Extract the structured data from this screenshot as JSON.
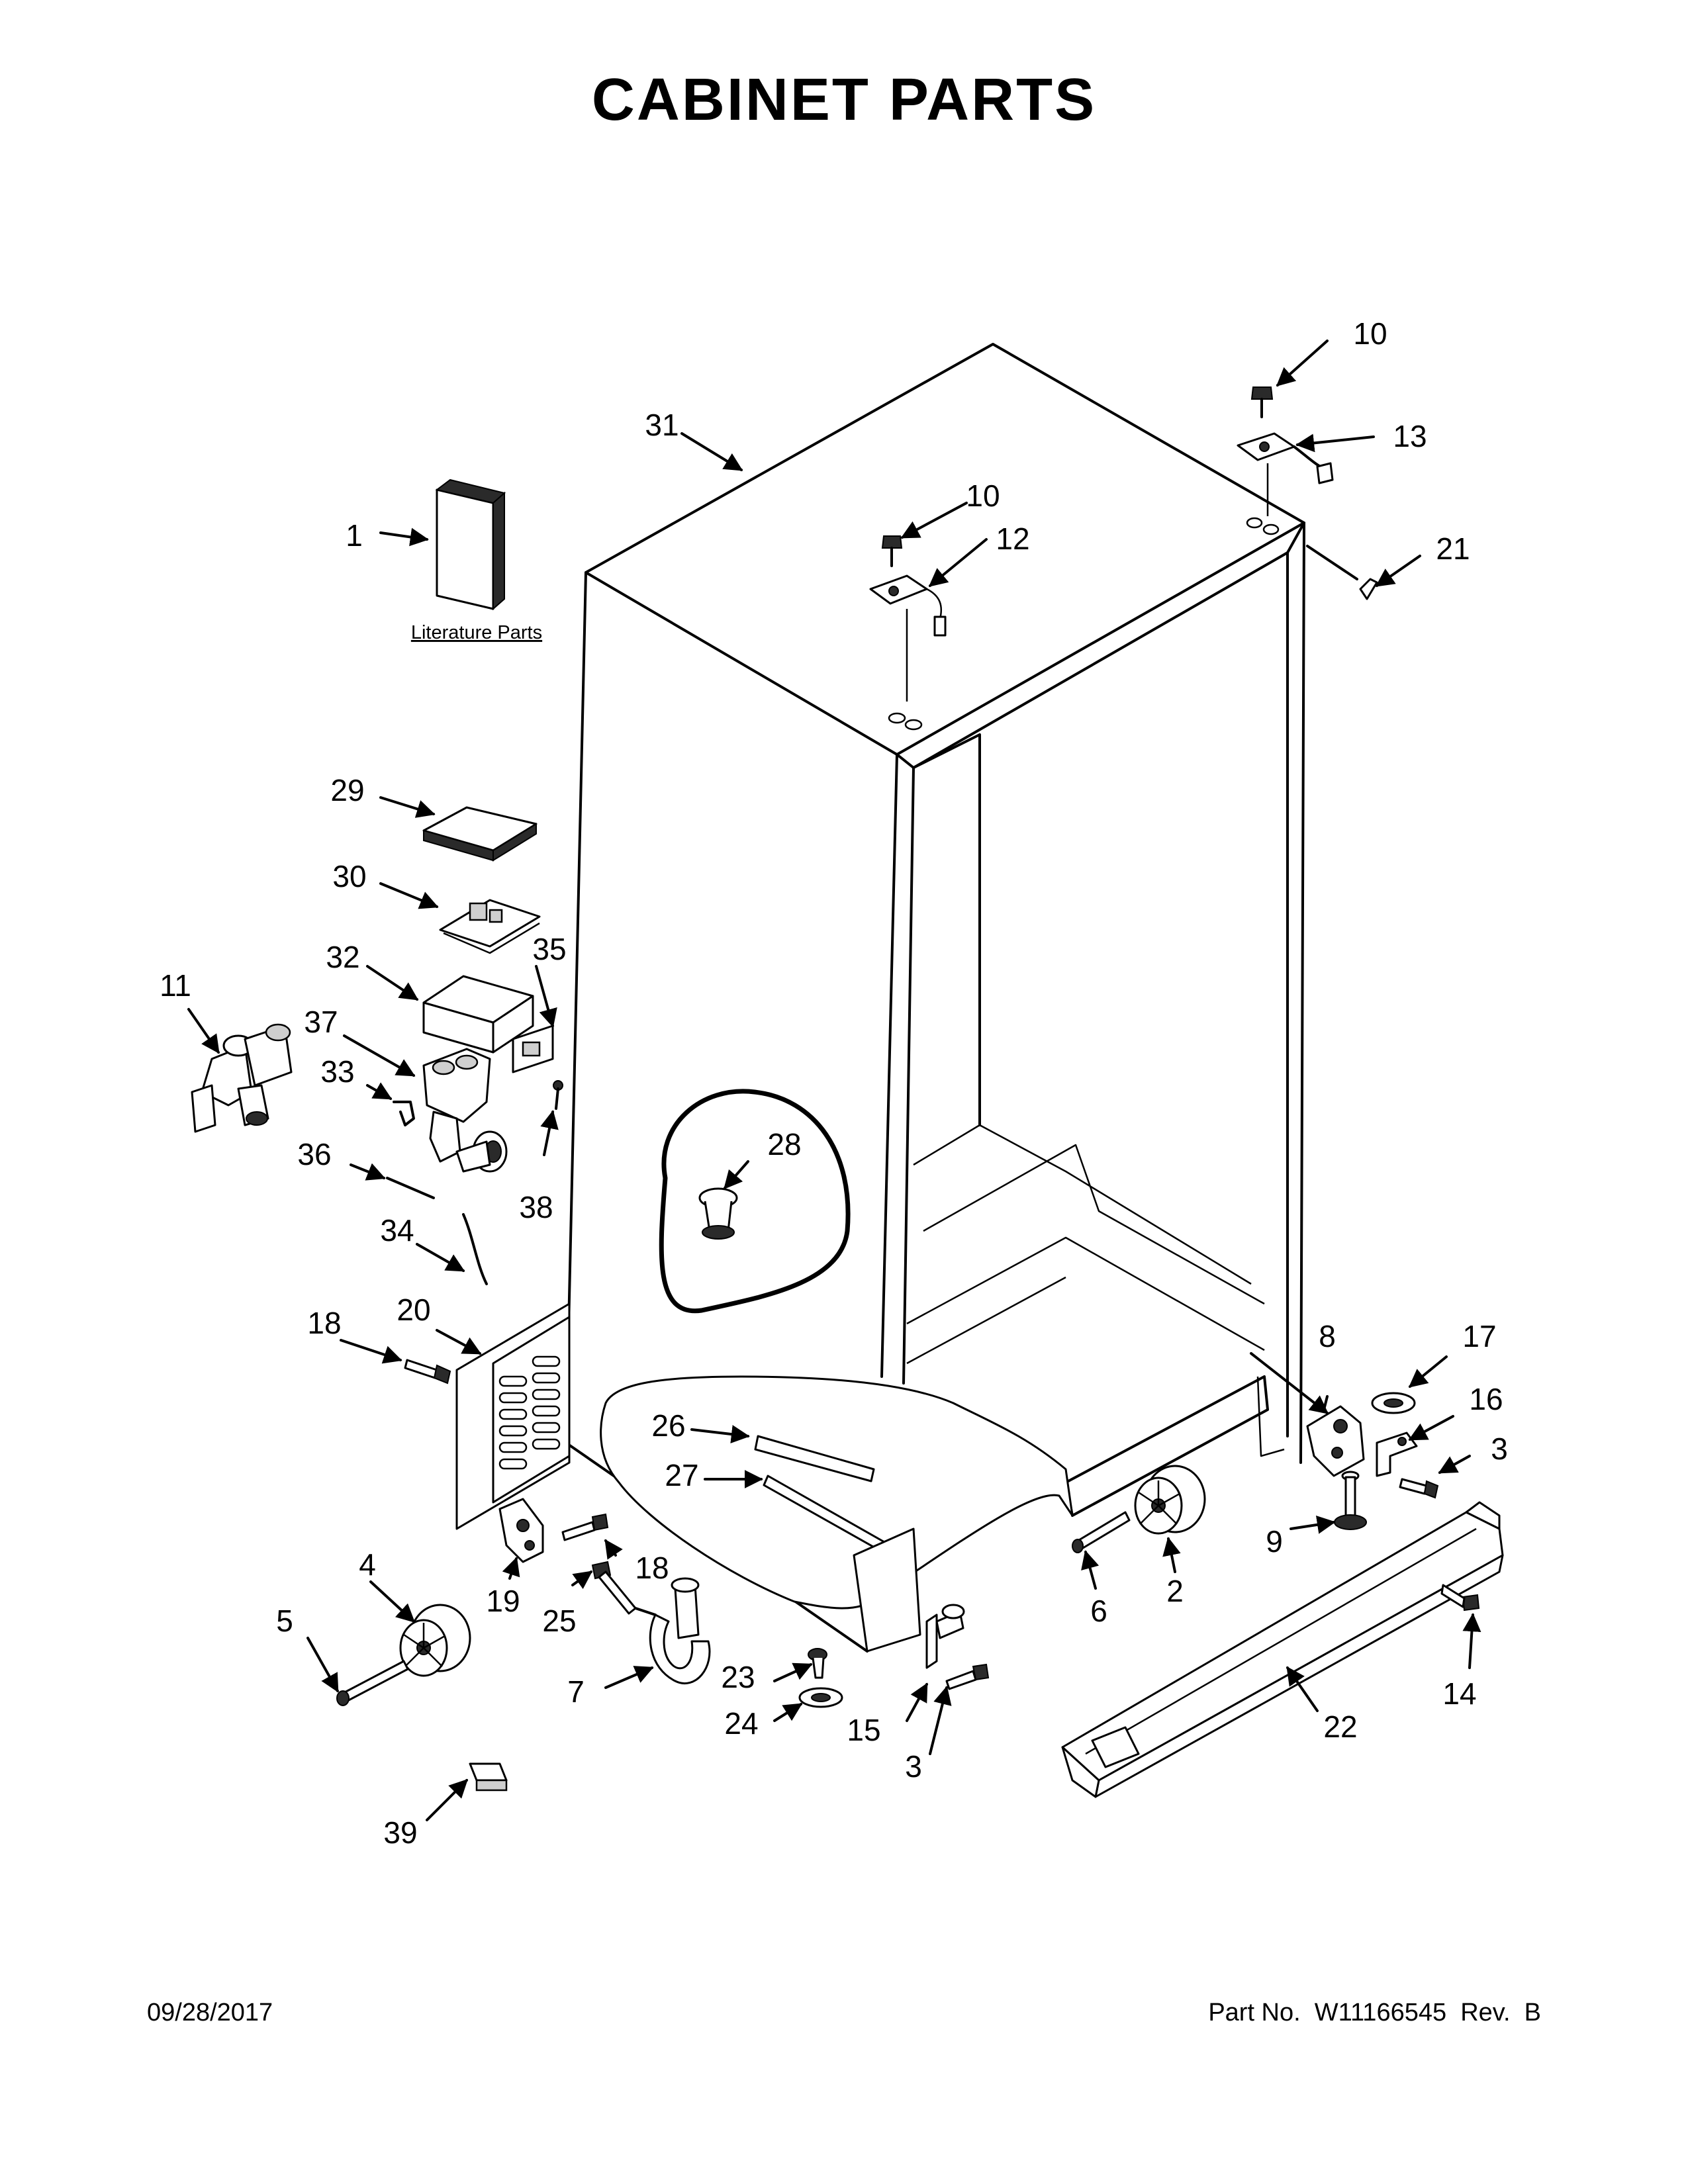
{
  "title": "CABINET PARTS",
  "literature_label": "Literature Parts",
  "footer": {
    "date": "09/28/2017",
    "part_number": "Part No.  W11166545  Rev.  B"
  },
  "callouts": {
    "c1": "1",
    "c2": "2",
    "c3a": "3",
    "c3b": "3",
    "c4": "4",
    "c5": "5",
    "c6": "6",
    "c7": "7",
    "c8": "8",
    "c9": "9",
    "c10a": "10",
    "c10b": "10",
    "c11": "11",
    "c12": "12",
    "c13": "13",
    "c14": "14",
    "c15": "15",
    "c16": "16",
    "c17": "17",
    "c18a": "18",
    "c18b": "18",
    "c19": "19",
    "c20": "20",
    "c21": "21",
    "c22": "22",
    "c23": "23",
    "c24": "24",
    "c25": "25",
    "c26": "26",
    "c27": "27",
    "c28": "28",
    "c29": "29",
    "c30": "30",
    "c31": "31",
    "c32": "32",
    "c33": "33",
    "c34": "34",
    "c35": "35",
    "c36": "36",
    "c37": "37",
    "c38": "38",
    "c39": "39"
  }
}
